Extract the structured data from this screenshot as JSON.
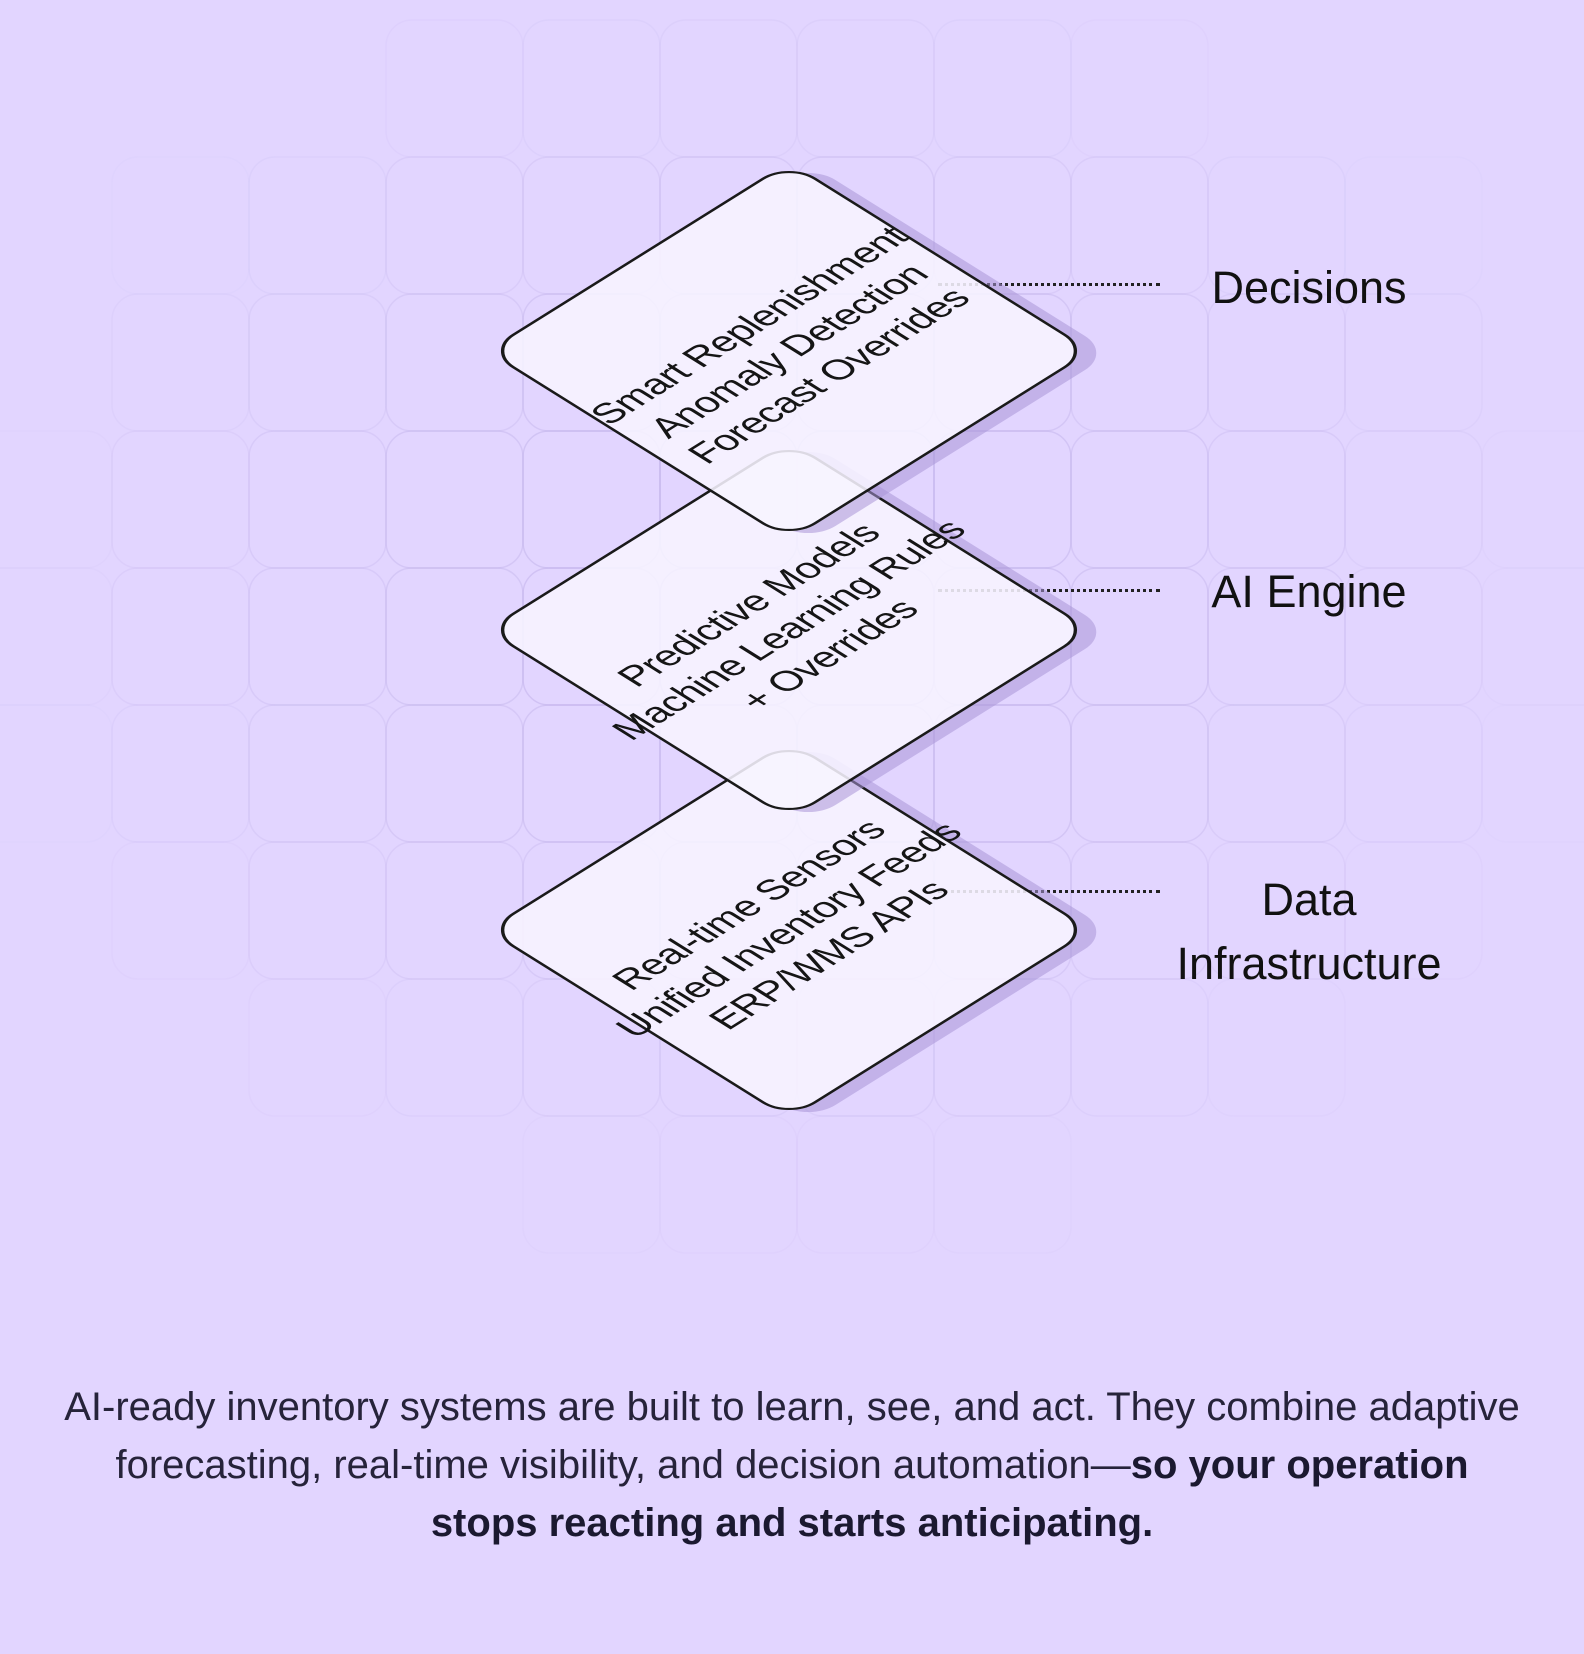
{
  "layers": [
    {
      "id": "decisions",
      "label": "Decisions",
      "lines": [
        "Smart Replenishment",
        "Anomaly Detection",
        "Forecast Overrides"
      ]
    },
    {
      "id": "ai",
      "label": "AI Engine",
      "lines": [
        "Predictive Models",
        "Machine Learning Rules",
        "+ Overrides"
      ]
    },
    {
      "id": "data",
      "label_lines": [
        "Data",
        "Infrastructure"
      ],
      "lines": [
        "Real-time Sensors",
        "Unified Inventory Feeds",
        "ERP/WMS APIs"
      ]
    }
  ],
  "caption": {
    "text_1": "AI-ready inventory systems are built to learn, see, and act. They combine adaptive forecasting, real-time visibility, and decision automation—",
    "text_bold": "so your operation stops reacting and starts anticipating."
  },
  "colors": {
    "background": "#e2d5ff",
    "card": "#f7f4ff",
    "outline": "#1a1a1a"
  }
}
